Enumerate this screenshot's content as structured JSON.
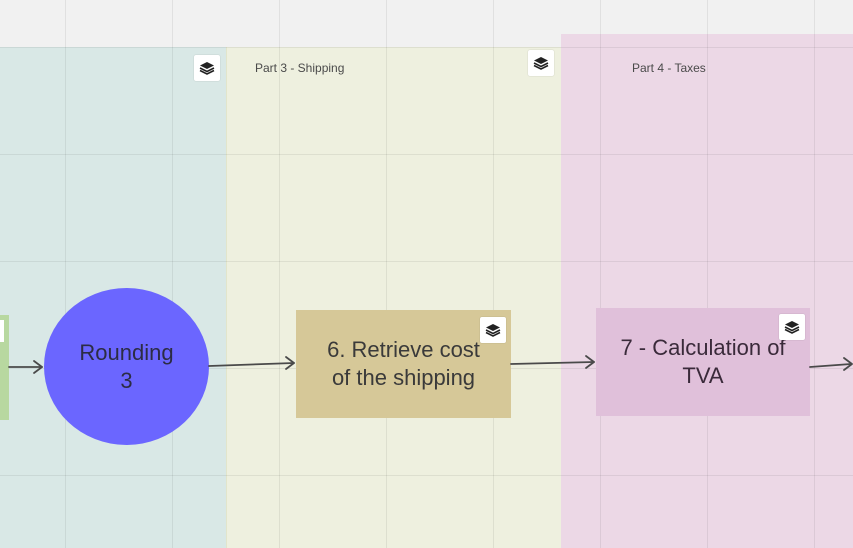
{
  "frames": {
    "part3": {
      "label": "Part 3 - Shipping"
    },
    "part4": {
      "label": "Part 4 - Taxes"
    }
  },
  "nodes": {
    "rounding": {
      "text": "Rounding\n3"
    },
    "shipping": {
      "text": "6. Retrieve cost\nof the shipping"
    },
    "tva": {
      "text": "7 - Calculation of\nTVA"
    }
  },
  "colors": {
    "teal_frame": "#d9e8e6",
    "olive_frame": "#eef0df",
    "pink_frame": "#ecd8e6",
    "circle": "#6b66ff",
    "tan_box": "#d6c898",
    "pink_box": "#e0c0da",
    "green_box": "#b8d8a0",
    "connector": "#4a4a4a"
  },
  "icons": {
    "frame_badge": "stack-layers-icon",
    "node_badge": "stack-layers-icon"
  }
}
